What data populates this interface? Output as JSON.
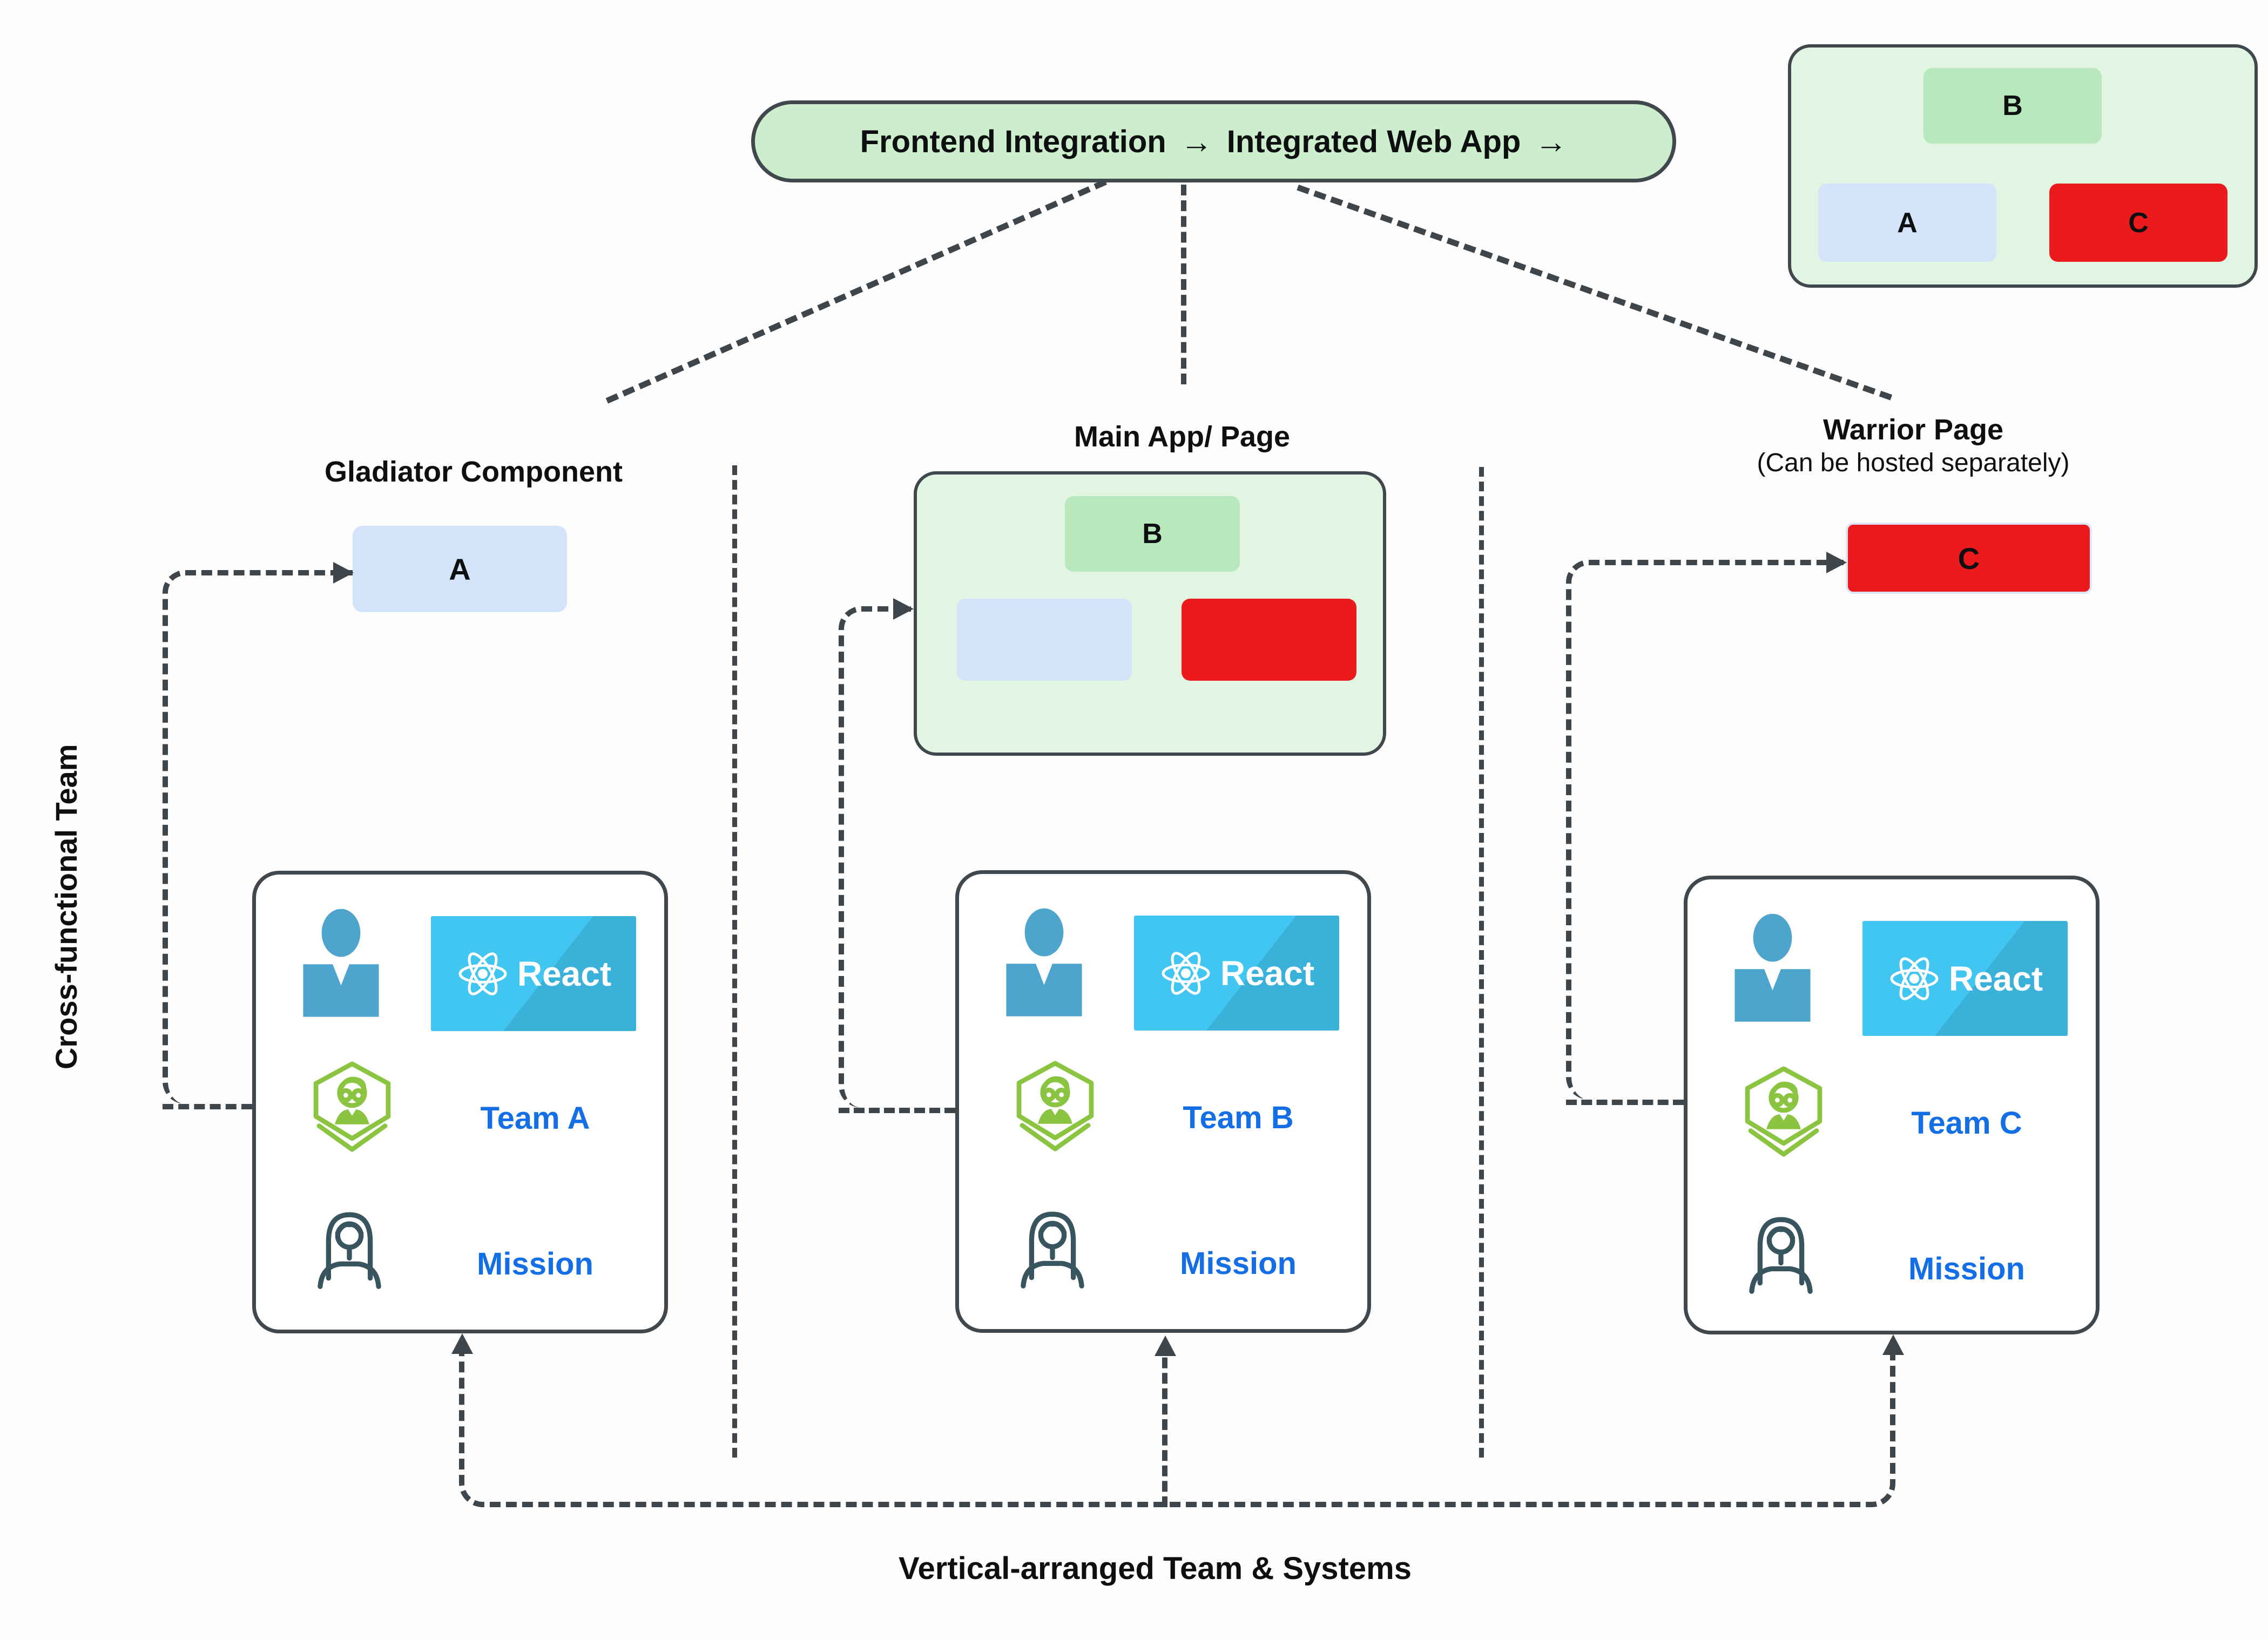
{
  "pill": {
    "part1": "Frontend Integration",
    "arrow1": "→",
    "part2": "Integrated Web App",
    "arrow2": "→"
  },
  "overview": {
    "b": "B",
    "a": "A",
    "c": "C"
  },
  "columns": [
    {
      "title": "Gladiator Component",
      "component_label": "A",
      "team_name": "Team A",
      "stack_label": "React",
      "mission_label": "Mission"
    },
    {
      "title": "Main App/ Page",
      "component_label": "B",
      "team_name": "Team B",
      "stack_label": "React",
      "mission_label": "Mission"
    },
    {
      "title": "Warrior Page",
      "subtitle": "(Can be hosted separately)",
      "component_label": "C",
      "team_name": "Team C",
      "stack_label": "React",
      "mission_label": "Mission"
    }
  ],
  "side_label": "Cross-functional Team",
  "bottom_label": "Vertical-arranged Team & Systems",
  "icons": {
    "member": "person-icon",
    "framework": "react-atom-icon",
    "team": "developer-hexagon-icon",
    "mission": "woman-icon"
  },
  "colors": {
    "pill_green": "#cdeecd",
    "panel_green": "#e2f4e2",
    "green_box": "#b9e8bd",
    "blue_box": "#d3e4fa",
    "red_box": "#eb1b1d",
    "react_cyan": "#41c5f1",
    "team_text_blue": "#146fe6",
    "line_gray": "#3e454b"
  }
}
